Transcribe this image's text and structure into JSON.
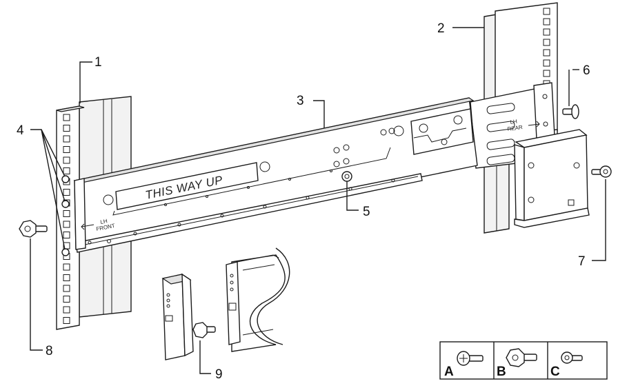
{
  "callouts": {
    "c1": "1",
    "c2": "2",
    "c3": "3",
    "c4": "4",
    "c5": "5",
    "c6": "6",
    "c7": "7",
    "c8": "8",
    "c9": "9"
  },
  "rail_labels": {
    "this_way_up": "THIS WAY UP",
    "lh_front_1": "LH",
    "lh_front_2": "FRONT",
    "lh_rear_1": "LH",
    "lh_rear_2": "REAR"
  },
  "screw_key": {
    "a": "A",
    "b": "B",
    "c": "C"
  }
}
